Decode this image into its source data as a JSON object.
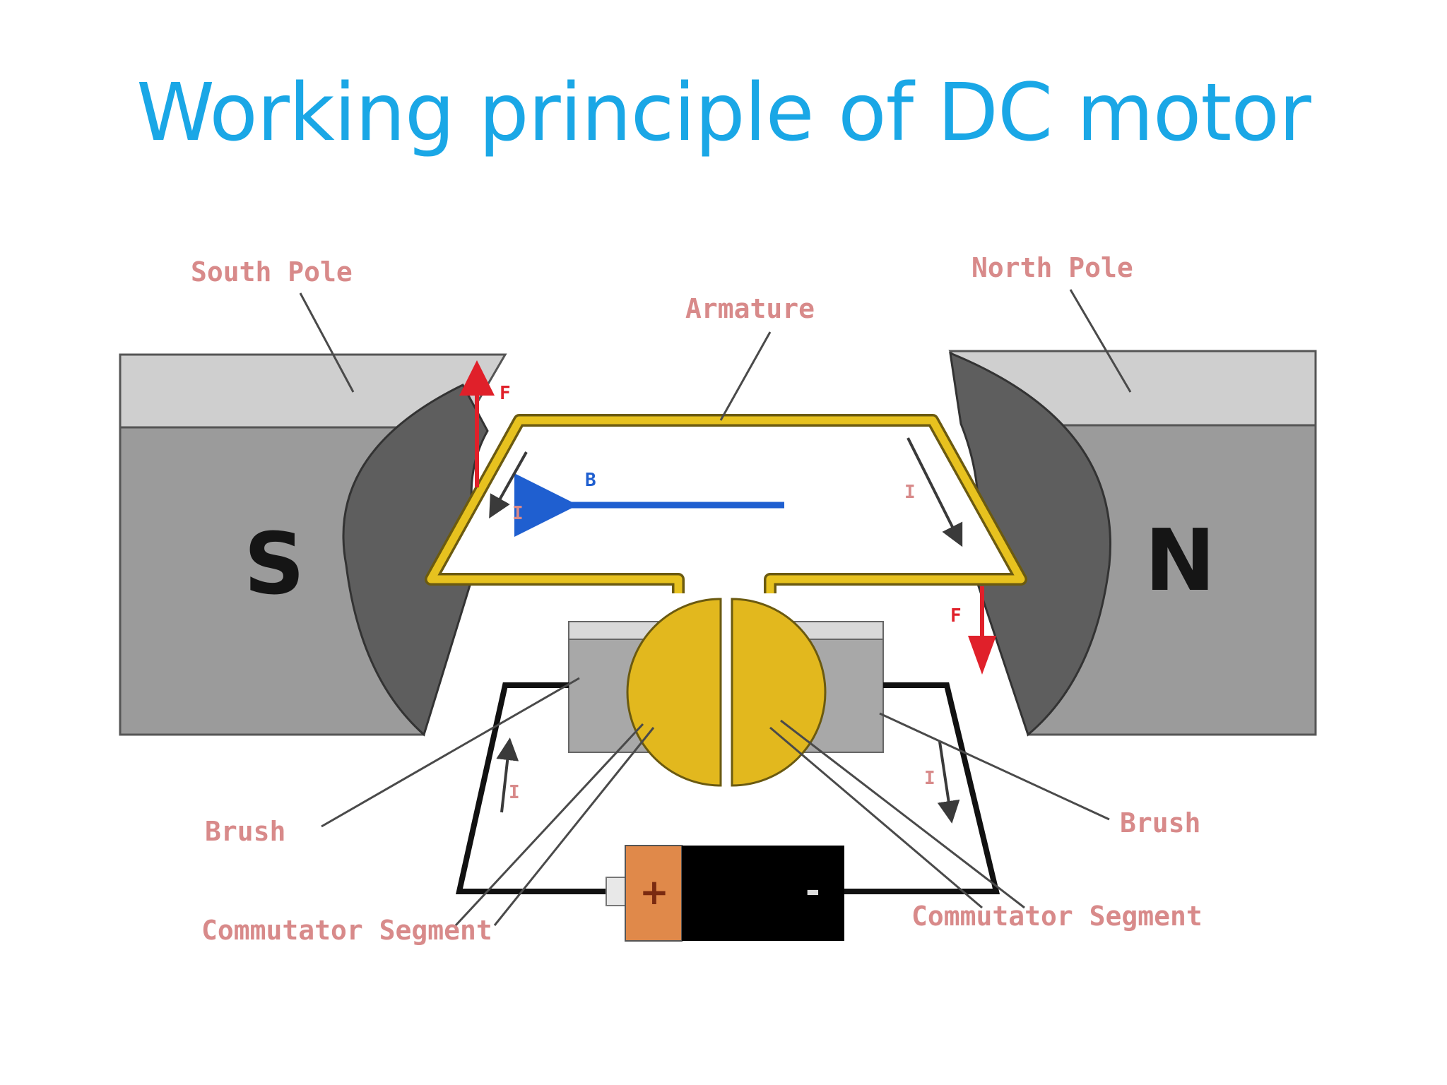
{
  "title": "Working principle of DC motor",
  "labels": {
    "south_pole": "South Pole",
    "north_pole": "North Pole",
    "armature": "Armature",
    "brush_left": "Brush",
    "brush_right": "Brush",
    "commutator_left": "Commutator Segment",
    "commutator_right": "Commutator Segment",
    "pole_s": "S",
    "pole_n": "N",
    "force_top": "F",
    "force_bottom": "F",
    "current_left": "I",
    "current_right": "I",
    "current_loop_left": "I",
    "current_loop_right": "I",
    "field": "B",
    "battery_plus": "+",
    "battery_minus": "-"
  },
  "colors": {
    "title": "#1AA7E6",
    "label": "#D88A8A",
    "magnet_body": "#9B9B9B",
    "magnet_top": "#CFCFCF",
    "pole_face": "#5E5E5E",
    "armature": "#E7C21F",
    "commutator": "#E2B81E",
    "field_arrow": "#1F5FD0",
    "force_arrow": "#E0202A",
    "battery_plus_cap": "#E0894A",
    "battery_body": "#000000"
  }
}
